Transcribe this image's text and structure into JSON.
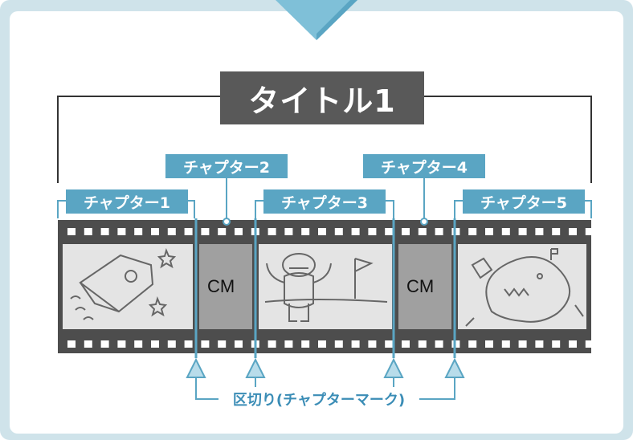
{
  "title": "タイトル1",
  "chapters": [
    {
      "label": "チャプター1"
    },
    {
      "label": "チャプター2"
    },
    {
      "label": "チャプター3"
    },
    {
      "label": "チャプター4"
    },
    {
      "label": "チャプター5"
    }
  ],
  "cm_label": "CM",
  "marker_label": "区切り(チャプターマーク)",
  "colors": {
    "accent": "#5aa5c3",
    "title_bg": "#595959",
    "film": "#4d4d4d",
    "frame_bg": "#e4e4e4",
    "cm_bg": "#a0a0a0",
    "border": "#cfe3ea"
  }
}
